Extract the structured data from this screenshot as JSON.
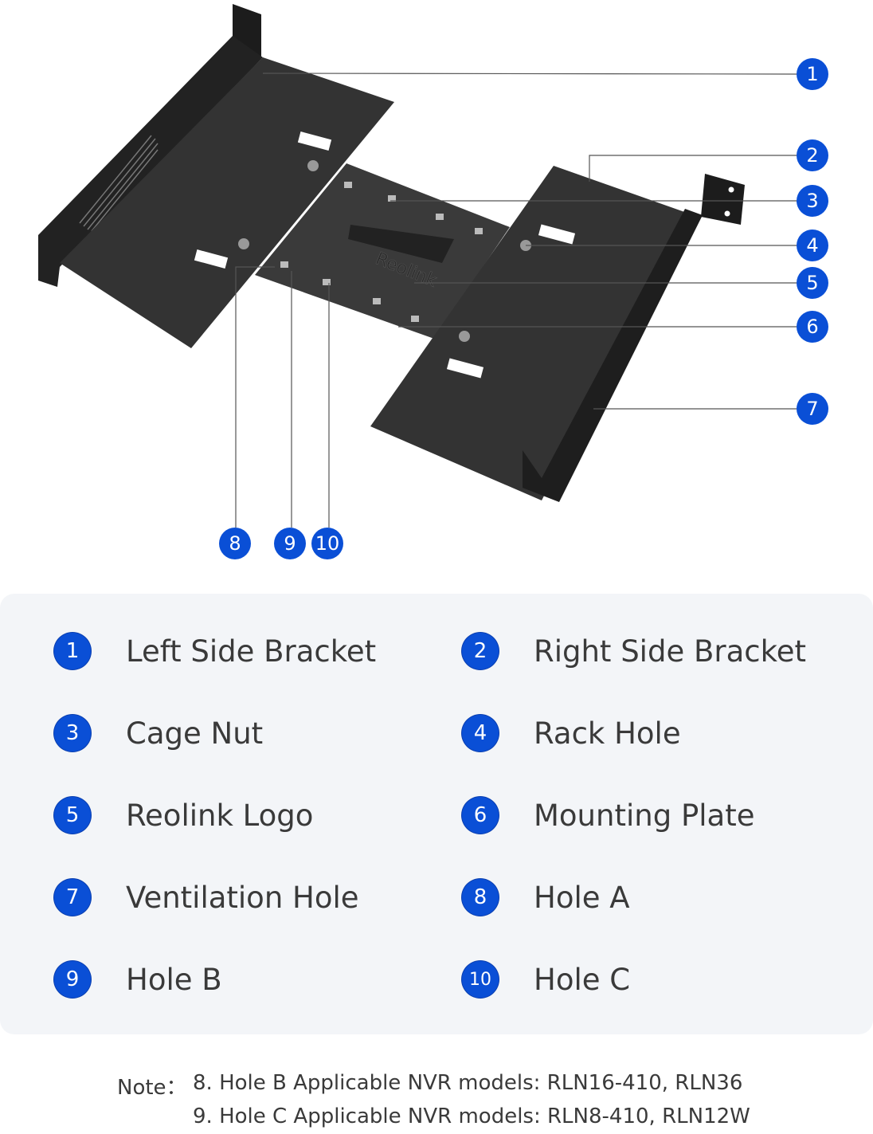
{
  "colors": {
    "badge": "#0a4fd6",
    "panel": "#f3f5f8",
    "metal": "#2a2a2a"
  },
  "logo_engraving": "Reolink",
  "callouts": [
    "1",
    "2",
    "3",
    "4",
    "5",
    "6",
    "7",
    "8",
    "9",
    "10"
  ],
  "legend": [
    {
      "num": "1",
      "label": "Left Side Bracket"
    },
    {
      "num": "2",
      "label": "Right Side Bracket"
    },
    {
      "num": "3",
      "label": "Cage Nut"
    },
    {
      "num": "4",
      "label": "Rack Hole"
    },
    {
      "num": "5",
      "label": "Reolink Logo"
    },
    {
      "num": "6",
      "label": "Mounting Plate"
    },
    {
      "num": "7",
      "label": "Ventilation Hole"
    },
    {
      "num": "8",
      "label": "Hole A"
    },
    {
      "num": "9",
      "label": "Hole B"
    },
    {
      "num": "10",
      "label": "Hole C"
    }
  ],
  "note": {
    "prefix": "Note：",
    "lines": [
      "8. Hole B Applicable NVR models: RLN16-410, RLN36",
      "9. Hole C Applicable NVR models: RLN8-410, RLN12W"
    ]
  }
}
